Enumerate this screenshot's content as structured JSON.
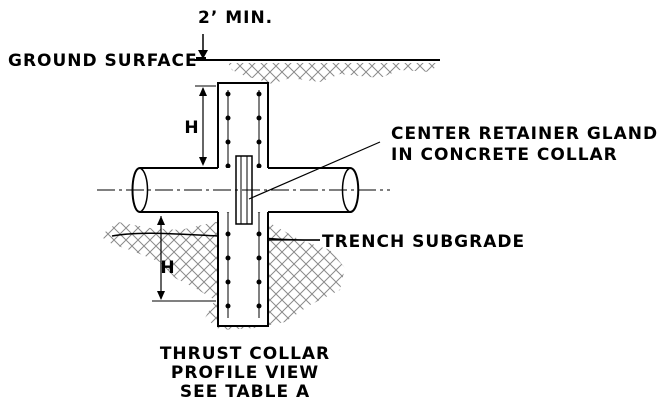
{
  "labels": {
    "min_cover": "2’ MIN.",
    "ground_surface": "GROUND SURFACE",
    "retainer_line1": "CENTER RETAINER GLAND",
    "retainer_line2": "IN CONCRETE COLLAR",
    "trench_subgrade": "TRENCH SUBGRADE",
    "height_upper": "H",
    "height_lower": "H",
    "title_line1": "THRUST COLLAR",
    "title_line2": "PROFILE VIEW",
    "title_line3": "SEE TABLE A"
  }
}
